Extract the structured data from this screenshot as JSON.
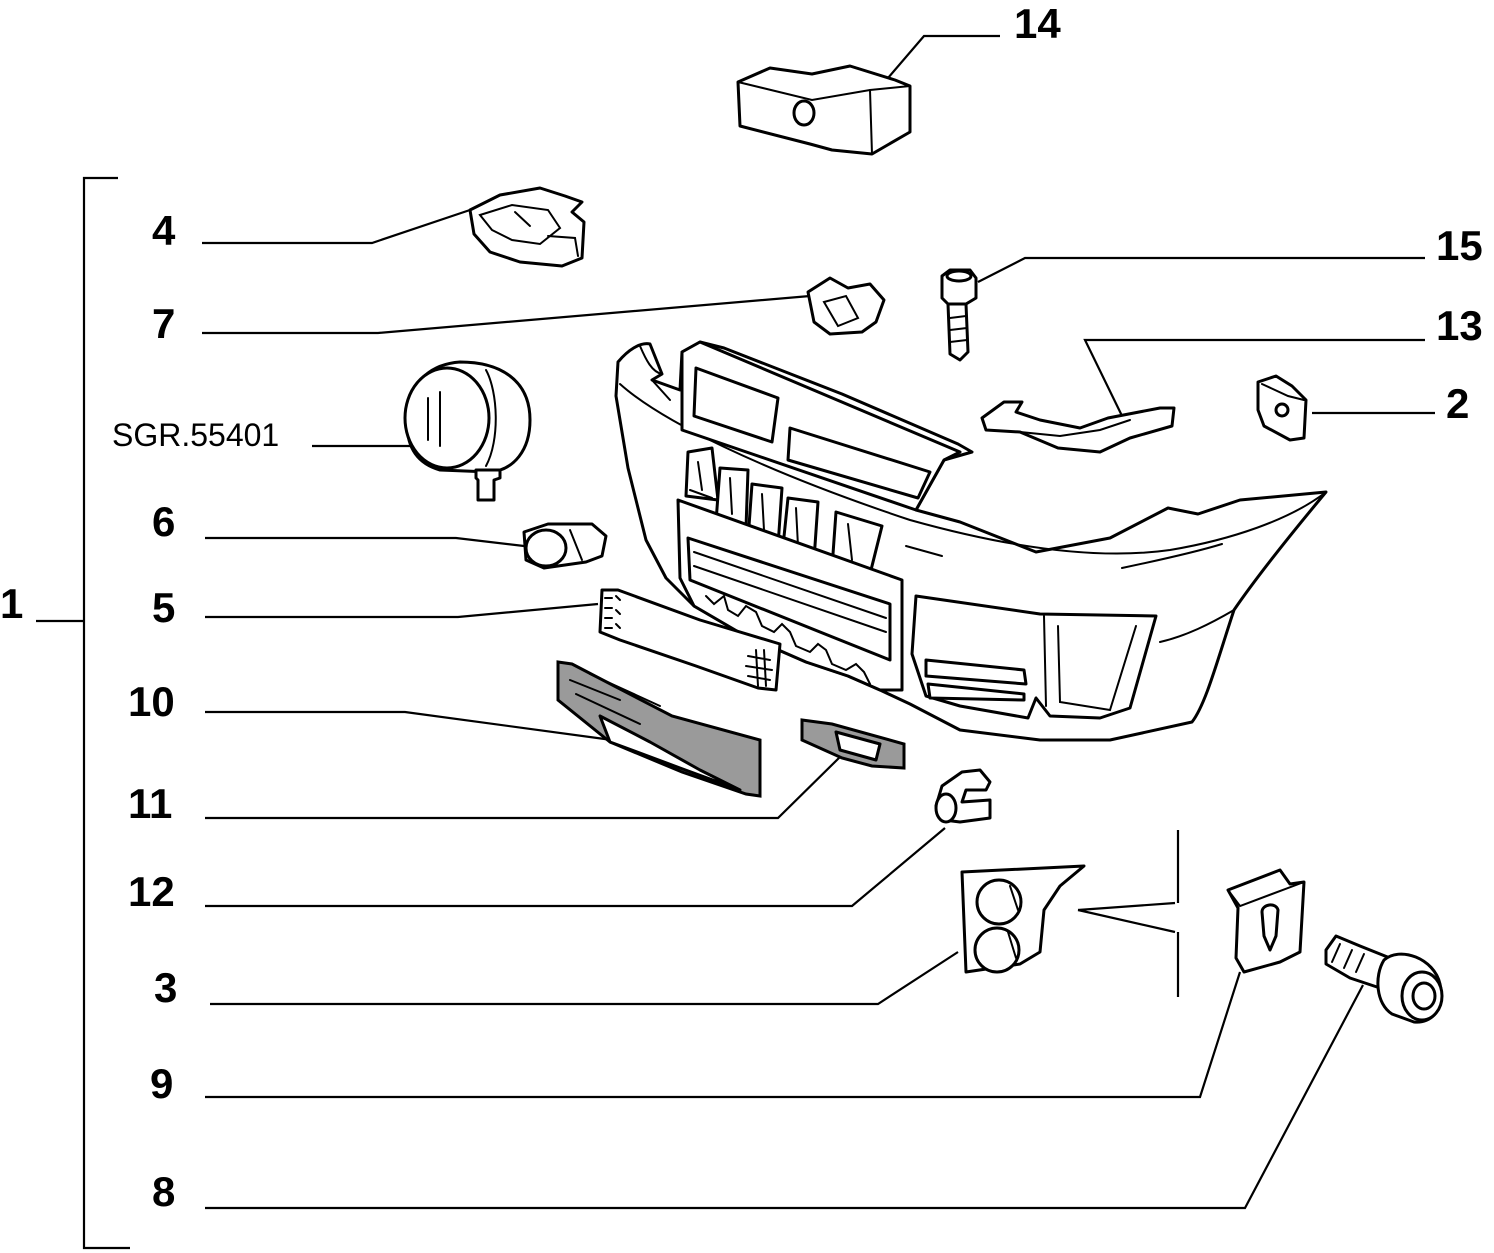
{
  "diagram": {
    "type": "exploded-parts-diagram",
    "callouts": [
      {
        "id": "c1",
        "label": "1"
      },
      {
        "id": "c4",
        "label": "4"
      },
      {
        "id": "c7",
        "label": "7"
      },
      {
        "id": "csgr",
        "label": "SGR.55401"
      },
      {
        "id": "c6",
        "label": "6"
      },
      {
        "id": "c5",
        "label": "5"
      },
      {
        "id": "c10",
        "label": "10"
      },
      {
        "id": "c11",
        "label": "11"
      },
      {
        "id": "c12",
        "label": "12"
      },
      {
        "id": "c3",
        "label": "3"
      },
      {
        "id": "c9",
        "label": "9"
      },
      {
        "id": "c8",
        "label": "8"
      },
      {
        "id": "c14",
        "label": "14"
      },
      {
        "id": "c15",
        "label": "15"
      },
      {
        "id": "c13",
        "label": "13"
      },
      {
        "id": "c2",
        "label": "2"
      }
    ],
    "colors": {
      "ink": "#000000",
      "paper": "#ffffff",
      "mesh": "#9a9a9a"
    }
  }
}
